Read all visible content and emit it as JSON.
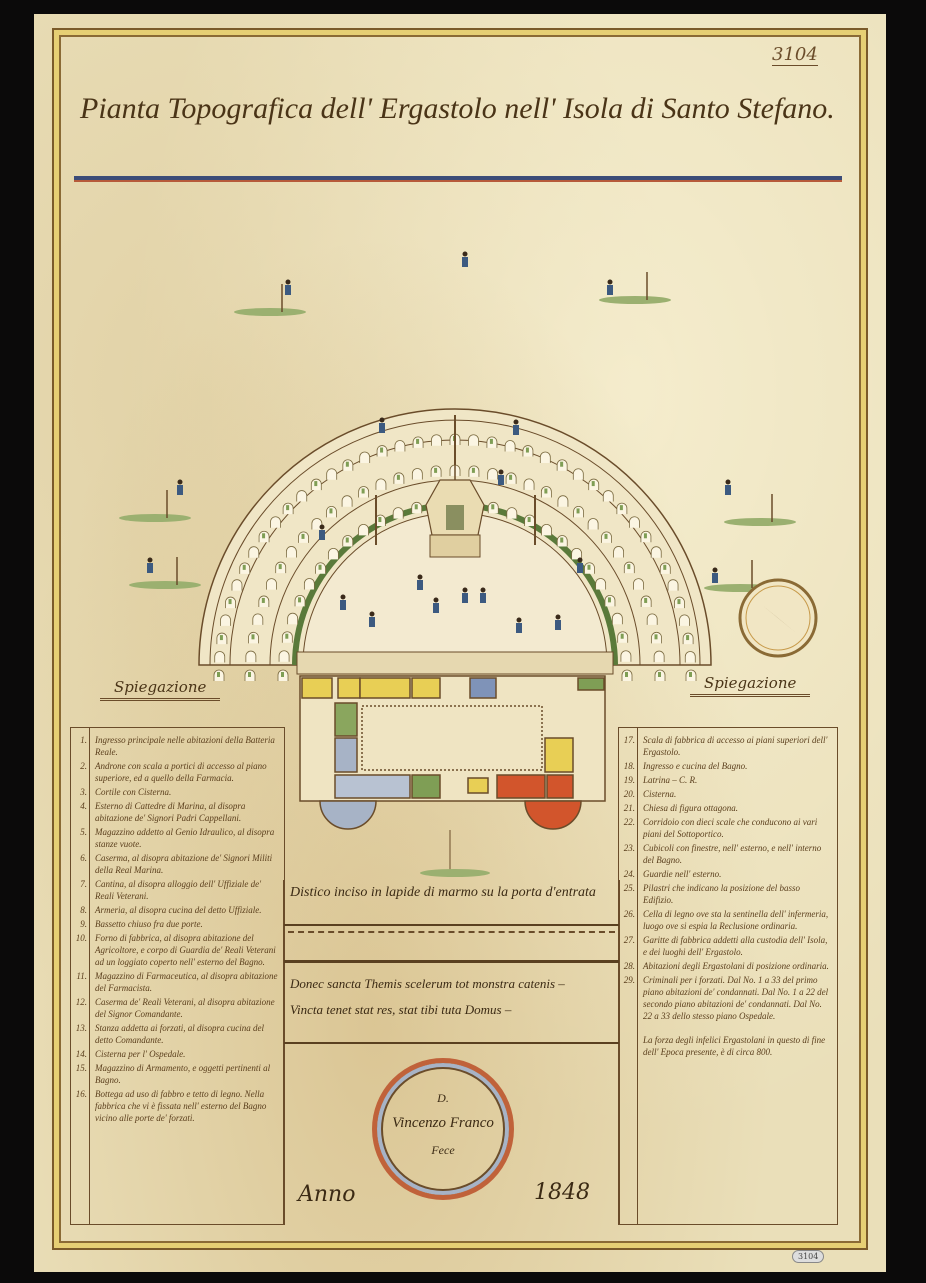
{
  "title": "Pianta Topografica dell' Ergastolo nell' Isola di Santo Stefano.",
  "sheet_number": "3104",
  "legend_heading_left": "Spiegazione",
  "legend_heading_right": "Spiegazione",
  "legend_left": [
    {
      "num": "1.",
      "text": "Ingresso principale nelle abitazioni della Batteria Reale."
    },
    {
      "num": "2.",
      "text": "Androne con scala a portici di accesso al piano superiore, ed a quello della Farmacia."
    },
    {
      "num": "3.",
      "text": "Cortile con Cisterna."
    },
    {
      "num": "4.",
      "text": "Esterno di Cattedre di Marina, al disopra abitazione de' Signori Padri Cappellani."
    },
    {
      "num": "5.",
      "text": "Magazzino addetto al Genio Idraulico, al disopra stanze vuote."
    },
    {
      "num": "6.",
      "text": "Caserma, al disopra abitazione de' Signori Militi della Real Marina."
    },
    {
      "num": "7.",
      "text": "Cantina, al disopra alloggio dell' Uffiziale de' Reali Veterani."
    },
    {
      "num": "8.",
      "text": "Armeria, al disopra cucina del detto Uffiziale."
    },
    {
      "num": "9.",
      "text": "Bassetto chiuso fra due porte."
    },
    {
      "num": "10.",
      "text": "Forno di fabbrica, al disopra abitazione del Agricoltore, e corpo di Guardia de' Reali Veterani ad un loggiato coperto nell' esterno del Bagno."
    },
    {
      "num": "11.",
      "text": "Magazzino di Farmaceutica, al disopra abitazione del Farmacista."
    },
    {
      "num": "12.",
      "text": "Caserma de' Reali Veterani, al disopra abitazione del Signor Comandante."
    },
    {
      "num": "13.",
      "text": "Stanza addetta ai forzati, al disopra cucina del detto Comandante."
    },
    {
      "num": "14.",
      "text": "Cisterna per l' Ospedale."
    },
    {
      "num": "15.",
      "text": "Magazzino di Armamento, e oggetti pertinenti al Bagno."
    },
    {
      "num": "16.",
      "text": "Bottega ad uso di fabbro e tetto di legno. Nella fabbrica che vi è fissata nell' esterno del Bagno vicino alle porte de' forzati."
    }
  ],
  "legend_right": [
    {
      "num": "17.",
      "text": "Scala di fabbrica di accesso ai piani superiori dell' Ergastolo."
    },
    {
      "num": "18.",
      "text": "Ingresso e cucina del Bagno."
    },
    {
      "num": "19.",
      "text": "Latrina – C. R."
    },
    {
      "num": "20.",
      "text": "Cisterna."
    },
    {
      "num": "21.",
      "text": "Chiesa di figura ottagona."
    },
    {
      "num": "22.",
      "text": "Corridoio con dieci scale che conducono ai vari piani del Sottoportico."
    },
    {
      "num": "23.",
      "text": "Cubicoli con finestre, nell' esterno, e nell' interno del Bagno."
    },
    {
      "num": "24.",
      "text": "Guardie nell' esterno."
    },
    {
      "num": "25.",
      "text": "Pilastri che indicano la posizione del basso Edifizio."
    },
    {
      "num": "26.",
      "text": "Cella di legno ove sta la sentinella dell' infermeria, luogo ove si espia la Reclusione ordinaria."
    },
    {
      "num": "27.",
      "text": "Garitte di fabbrica addetti alla custodia dell' Isola, e dei luoghi dell' Ergastolo."
    },
    {
      "num": "28.",
      "text": "Abitazioni degli Ergastolani di posizione ordinaria."
    },
    {
      "num": "29.",
      "text": "Criminali per i forzati. Dal No. 1 a 33 del primo piano abitazioni de' condannati. Dal No. 1 a 22 del secondo piano abitazioni de' condannati. Dal No. 22 a 33 dello stesso piano Ospedale."
    }
  ],
  "legend_right_note": "La forza degli infelici Ergastolani in questo di fine dell' Epoca presente, è di circa 800.",
  "inscription": {
    "heading": "Distico inciso in lapide di marmo su la porta d'entrata",
    "line1": "Donec sancta Themis scelerum tot monstra catenis –",
    "line2": "Vincta tenet stat res, stat tibi tuta Domus –"
  },
  "seal": {
    "line1": "D.",
    "line2": "Vincenzo Franco",
    "line3": "Fece"
  },
  "date": {
    "label": "Anno",
    "year": "1848"
  },
  "archive_stamp": "3104",
  "colors": {
    "paper": "#eadfb9",
    "ink": "#4a3417",
    "gold": "#e6cf74",
    "red": "#c0623a",
    "blue": "#7f93b8",
    "green": "#7f9e55",
    "yellow": "#e8cf55"
  }
}
